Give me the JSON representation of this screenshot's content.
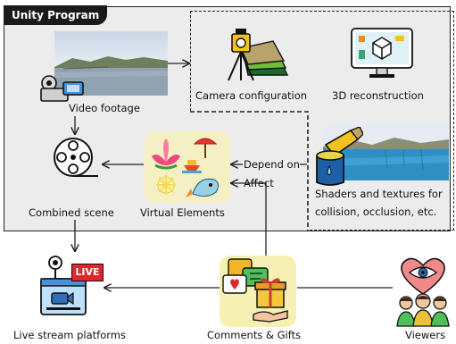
{
  "unity_program": {
    "title": "Unity Program"
  },
  "nodes": {
    "video_footage": "Video footage",
    "camera_configuration": "Camera configuration",
    "reconstruction_3d": "3D reconstruction",
    "shaders_line1": "Shaders and textures for",
    "shaders_line2": "collision, occlusion, etc.",
    "combined_scene": "Combined scene",
    "virtual_elements": "Virtual Elements",
    "live_stream_platforms": "Live stream platforms",
    "comments_gifts": "Comments & Gifts",
    "viewers": "Viewers"
  },
  "edges": {
    "depend_on": "Depend on",
    "affect": "Affect"
  },
  "badges": {
    "live": "LIVE"
  },
  "icons": [
    "video-camera-icon",
    "surveying-camera-icon",
    "3d-monitor-icon",
    "paint-bucket-icon",
    "film-reel-icon",
    "lotus-icon",
    "umbrella-icon",
    "boat-icon",
    "fish-icon",
    "flower-icon",
    "live-stream-icon",
    "chat-bubbles-icon",
    "gift-icon",
    "eye-heart-icon",
    "viewers-icon"
  ],
  "colors": {
    "panel": "#ececec",
    "virtual_box": "#f5f0c4",
    "comments_box": "#f6f1b3",
    "live_red": "#e0262d"
  }
}
